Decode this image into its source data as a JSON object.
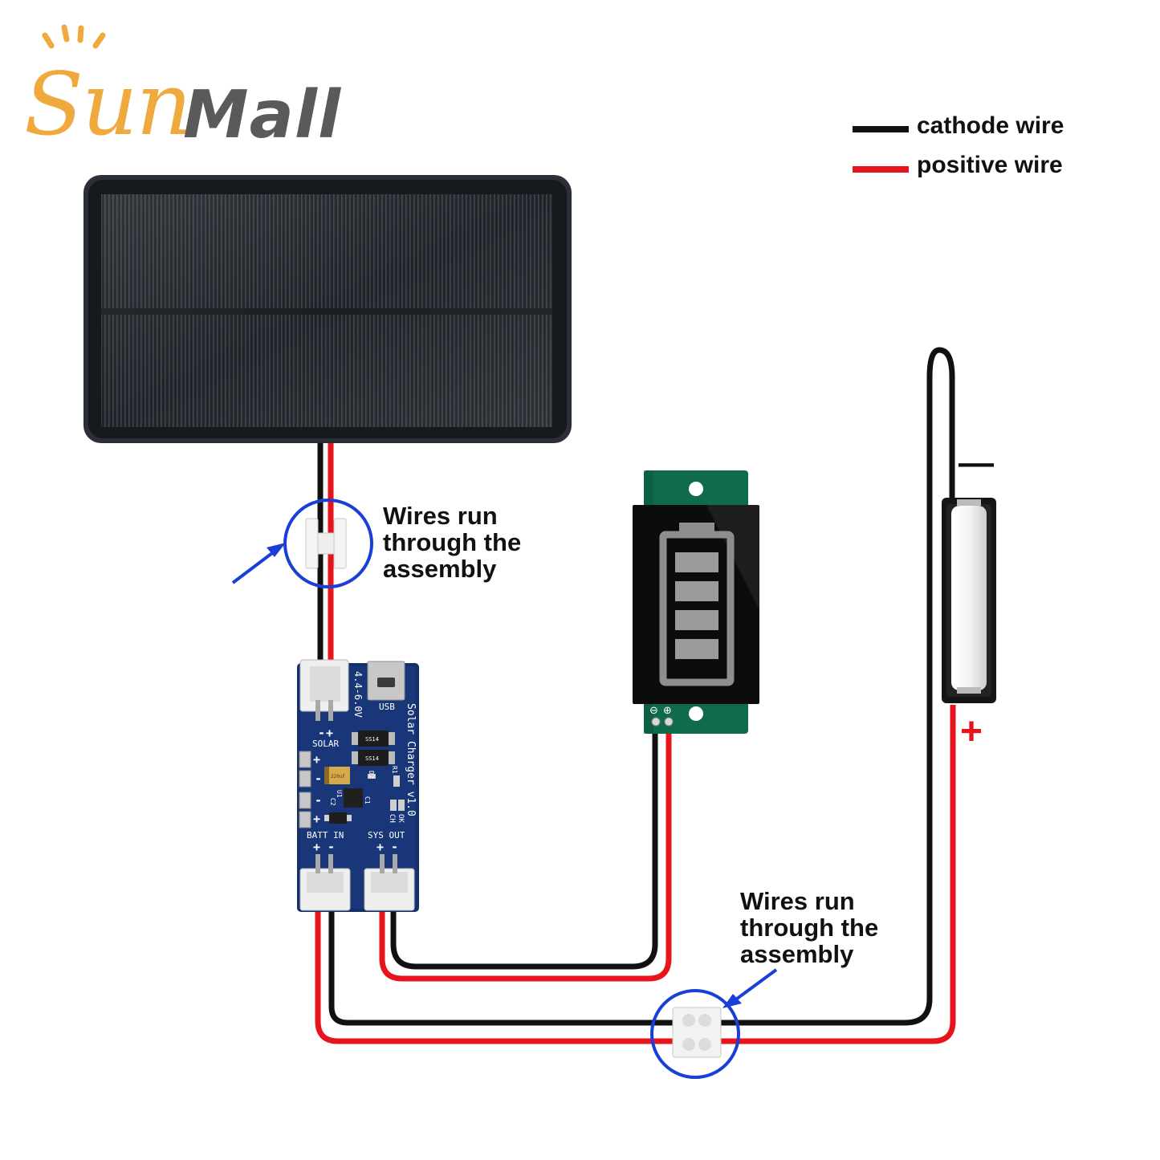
{
  "brand": {
    "name_part1": "Sun",
    "name_part2": "Mall",
    "color_primary": "#f0a93c",
    "color_secondary": "#5a5a5a"
  },
  "legend": {
    "items": [
      {
        "label": "cathode wire",
        "color": "#111111"
      },
      {
        "label": "positive wire",
        "color": "#e8141b"
      }
    ]
  },
  "callouts": [
    {
      "lines": [
        "Wires run",
        "through the",
        "assembly"
      ]
    },
    {
      "lines": [
        "Wires run",
        "through the",
        "assembly"
      ]
    }
  ],
  "charger_board": {
    "title": "Solar Charger v1.0",
    "input_range": "4.4-6.0V",
    "usb_label": "USB",
    "solar_label": "SOLAR",
    "batt_in_label": "BATT IN",
    "sys_out_label": "SYS OUT",
    "ok_label": "OK",
    "ch_label": "CH",
    "r1_label": "R1",
    "d2_label": "D2",
    "u1_label": "U1",
    "c2_label": "C2",
    "c1_label": "C1",
    "diode_label": "SS14",
    "cap_label": "220uF"
  },
  "battery_holder": {
    "minus_sign": "—",
    "plus_sign": "+"
  },
  "indicator": {
    "bars": 4,
    "minus_symbol": "⊖",
    "plus_symbol": "⊕"
  },
  "colors": {
    "wire_black": "#111111",
    "wire_red": "#e8141b",
    "callout_blue": "#1a3fd6",
    "pcb_blue": "#14306b",
    "pcb_green": "#0f6b4a",
    "panel": "#1c2026"
  }
}
